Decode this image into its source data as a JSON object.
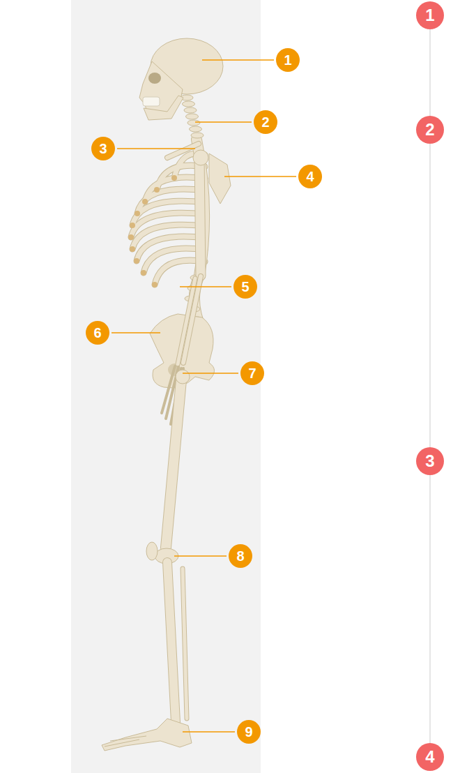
{
  "diagram": {
    "labels": [
      "1",
      "2",
      "3",
      "4",
      "5",
      "6",
      "7",
      "8",
      "9",
      "1",
      "2",
      "3",
      "4"
    ]
  }
}
